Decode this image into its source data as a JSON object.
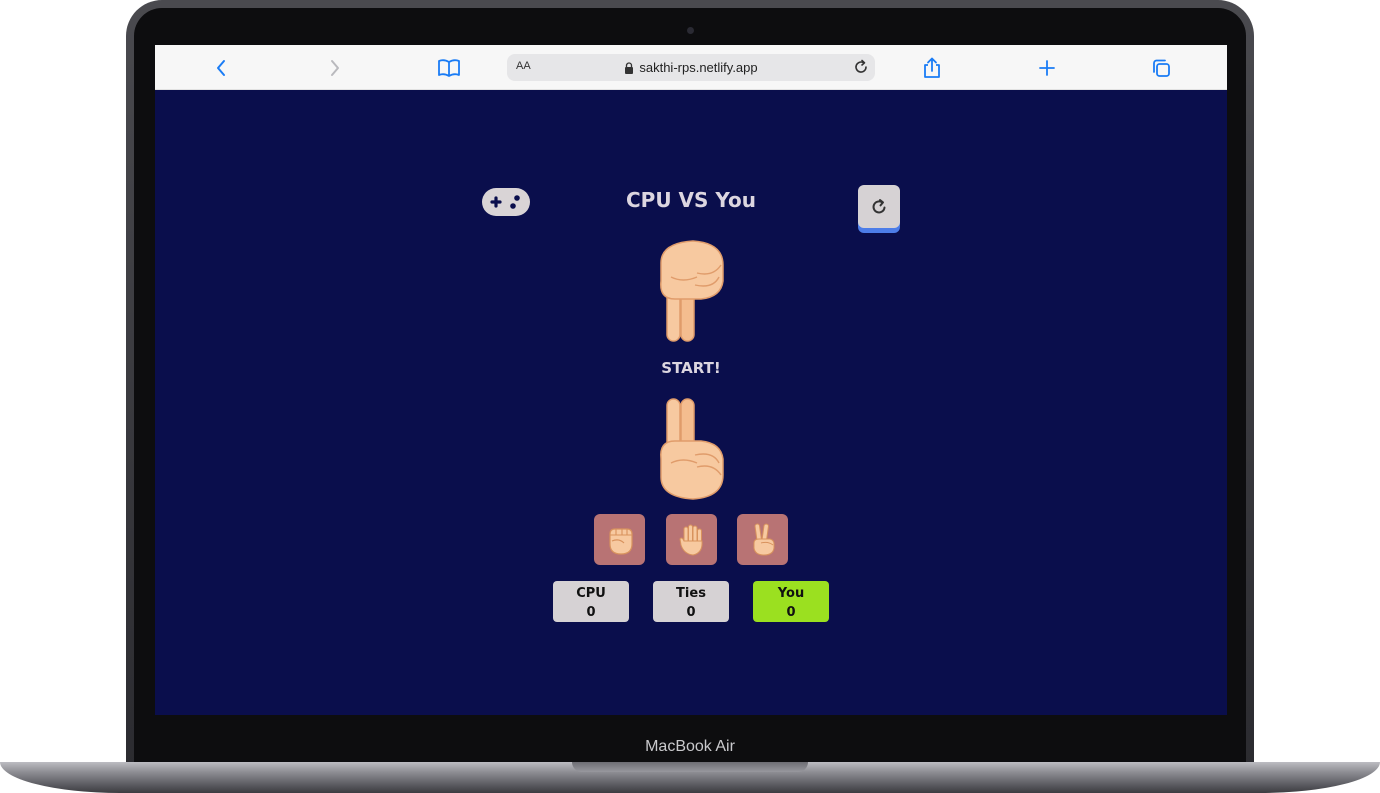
{
  "device": {
    "brand_label": "MacBook Air"
  },
  "browser": {
    "address_text_size_label": "AA",
    "url": "sakthi-rps.netlify.app",
    "icons": {
      "back": "chevron-left-icon",
      "forward": "chevron-right-icon",
      "bookmarks": "book-icon",
      "lock": "lock-icon",
      "reload": "reload-icon",
      "share": "share-icon",
      "new_tab": "plus-icon",
      "tabs": "tabs-icon"
    },
    "accent_color": "#1a7cf5"
  },
  "game": {
    "title": "CPU VS You",
    "status": "START!",
    "cpu_hand": "scissors-hand-pointing-down",
    "player_hand": "scissors-hand-pointing-up",
    "choices": [
      {
        "name": "rock",
        "icon": "fist-icon"
      },
      {
        "name": "paper",
        "icon": "open-hand-icon"
      },
      {
        "name": "scissors",
        "icon": "victory-hand-icon"
      }
    ],
    "scores": [
      {
        "label": "CPU",
        "value": "0"
      },
      {
        "label": "Ties",
        "value": "0"
      },
      {
        "label": "You",
        "value": "0"
      }
    ],
    "colors": {
      "background": "#0a0e4c",
      "choice_button": "#b87374",
      "score_box": "#d6d2d4",
      "player_score_box": "#9be020",
      "reset_accent": "#4d7de8"
    }
  }
}
